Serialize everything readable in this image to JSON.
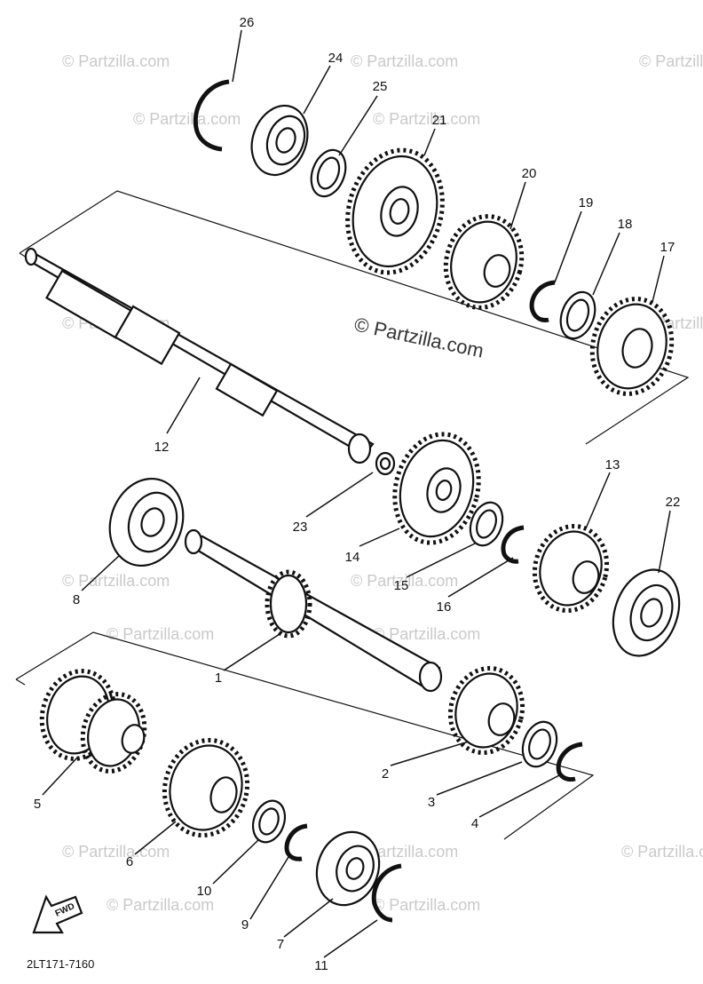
{
  "diagram": {
    "watermark_main": "© Partzilla.com",
    "watermark_repeat": "© Partzilla.com",
    "drawing_code": "2LT171-7160",
    "fwd_label": "FWD",
    "callouts": [
      {
        "id": "26",
        "label": "26"
      },
      {
        "id": "24",
        "label": "24"
      },
      {
        "id": "25",
        "label": "25"
      },
      {
        "id": "21",
        "label": "21"
      },
      {
        "id": "20",
        "label": "20"
      },
      {
        "id": "19",
        "label": "19"
      },
      {
        "id": "18",
        "label": "18"
      },
      {
        "id": "17",
        "label": "17"
      },
      {
        "id": "12",
        "label": "12"
      },
      {
        "id": "23",
        "label": "23"
      },
      {
        "id": "14",
        "label": "14"
      },
      {
        "id": "13",
        "label": "13"
      },
      {
        "id": "22",
        "label": "22"
      },
      {
        "id": "15",
        "label": "15"
      },
      {
        "id": "16",
        "label": "16"
      },
      {
        "id": "8",
        "label": "8"
      },
      {
        "id": "1",
        "label": "1"
      },
      {
        "id": "5",
        "label": "5"
      },
      {
        "id": "2",
        "label": "2"
      },
      {
        "id": "3",
        "label": "3"
      },
      {
        "id": "4",
        "label": "4"
      },
      {
        "id": "6",
        "label": "6"
      },
      {
        "id": "10",
        "label": "10"
      },
      {
        "id": "9",
        "label": "9"
      },
      {
        "id": "7",
        "label": "7"
      },
      {
        "id": "11",
        "label": "11"
      }
    ]
  }
}
